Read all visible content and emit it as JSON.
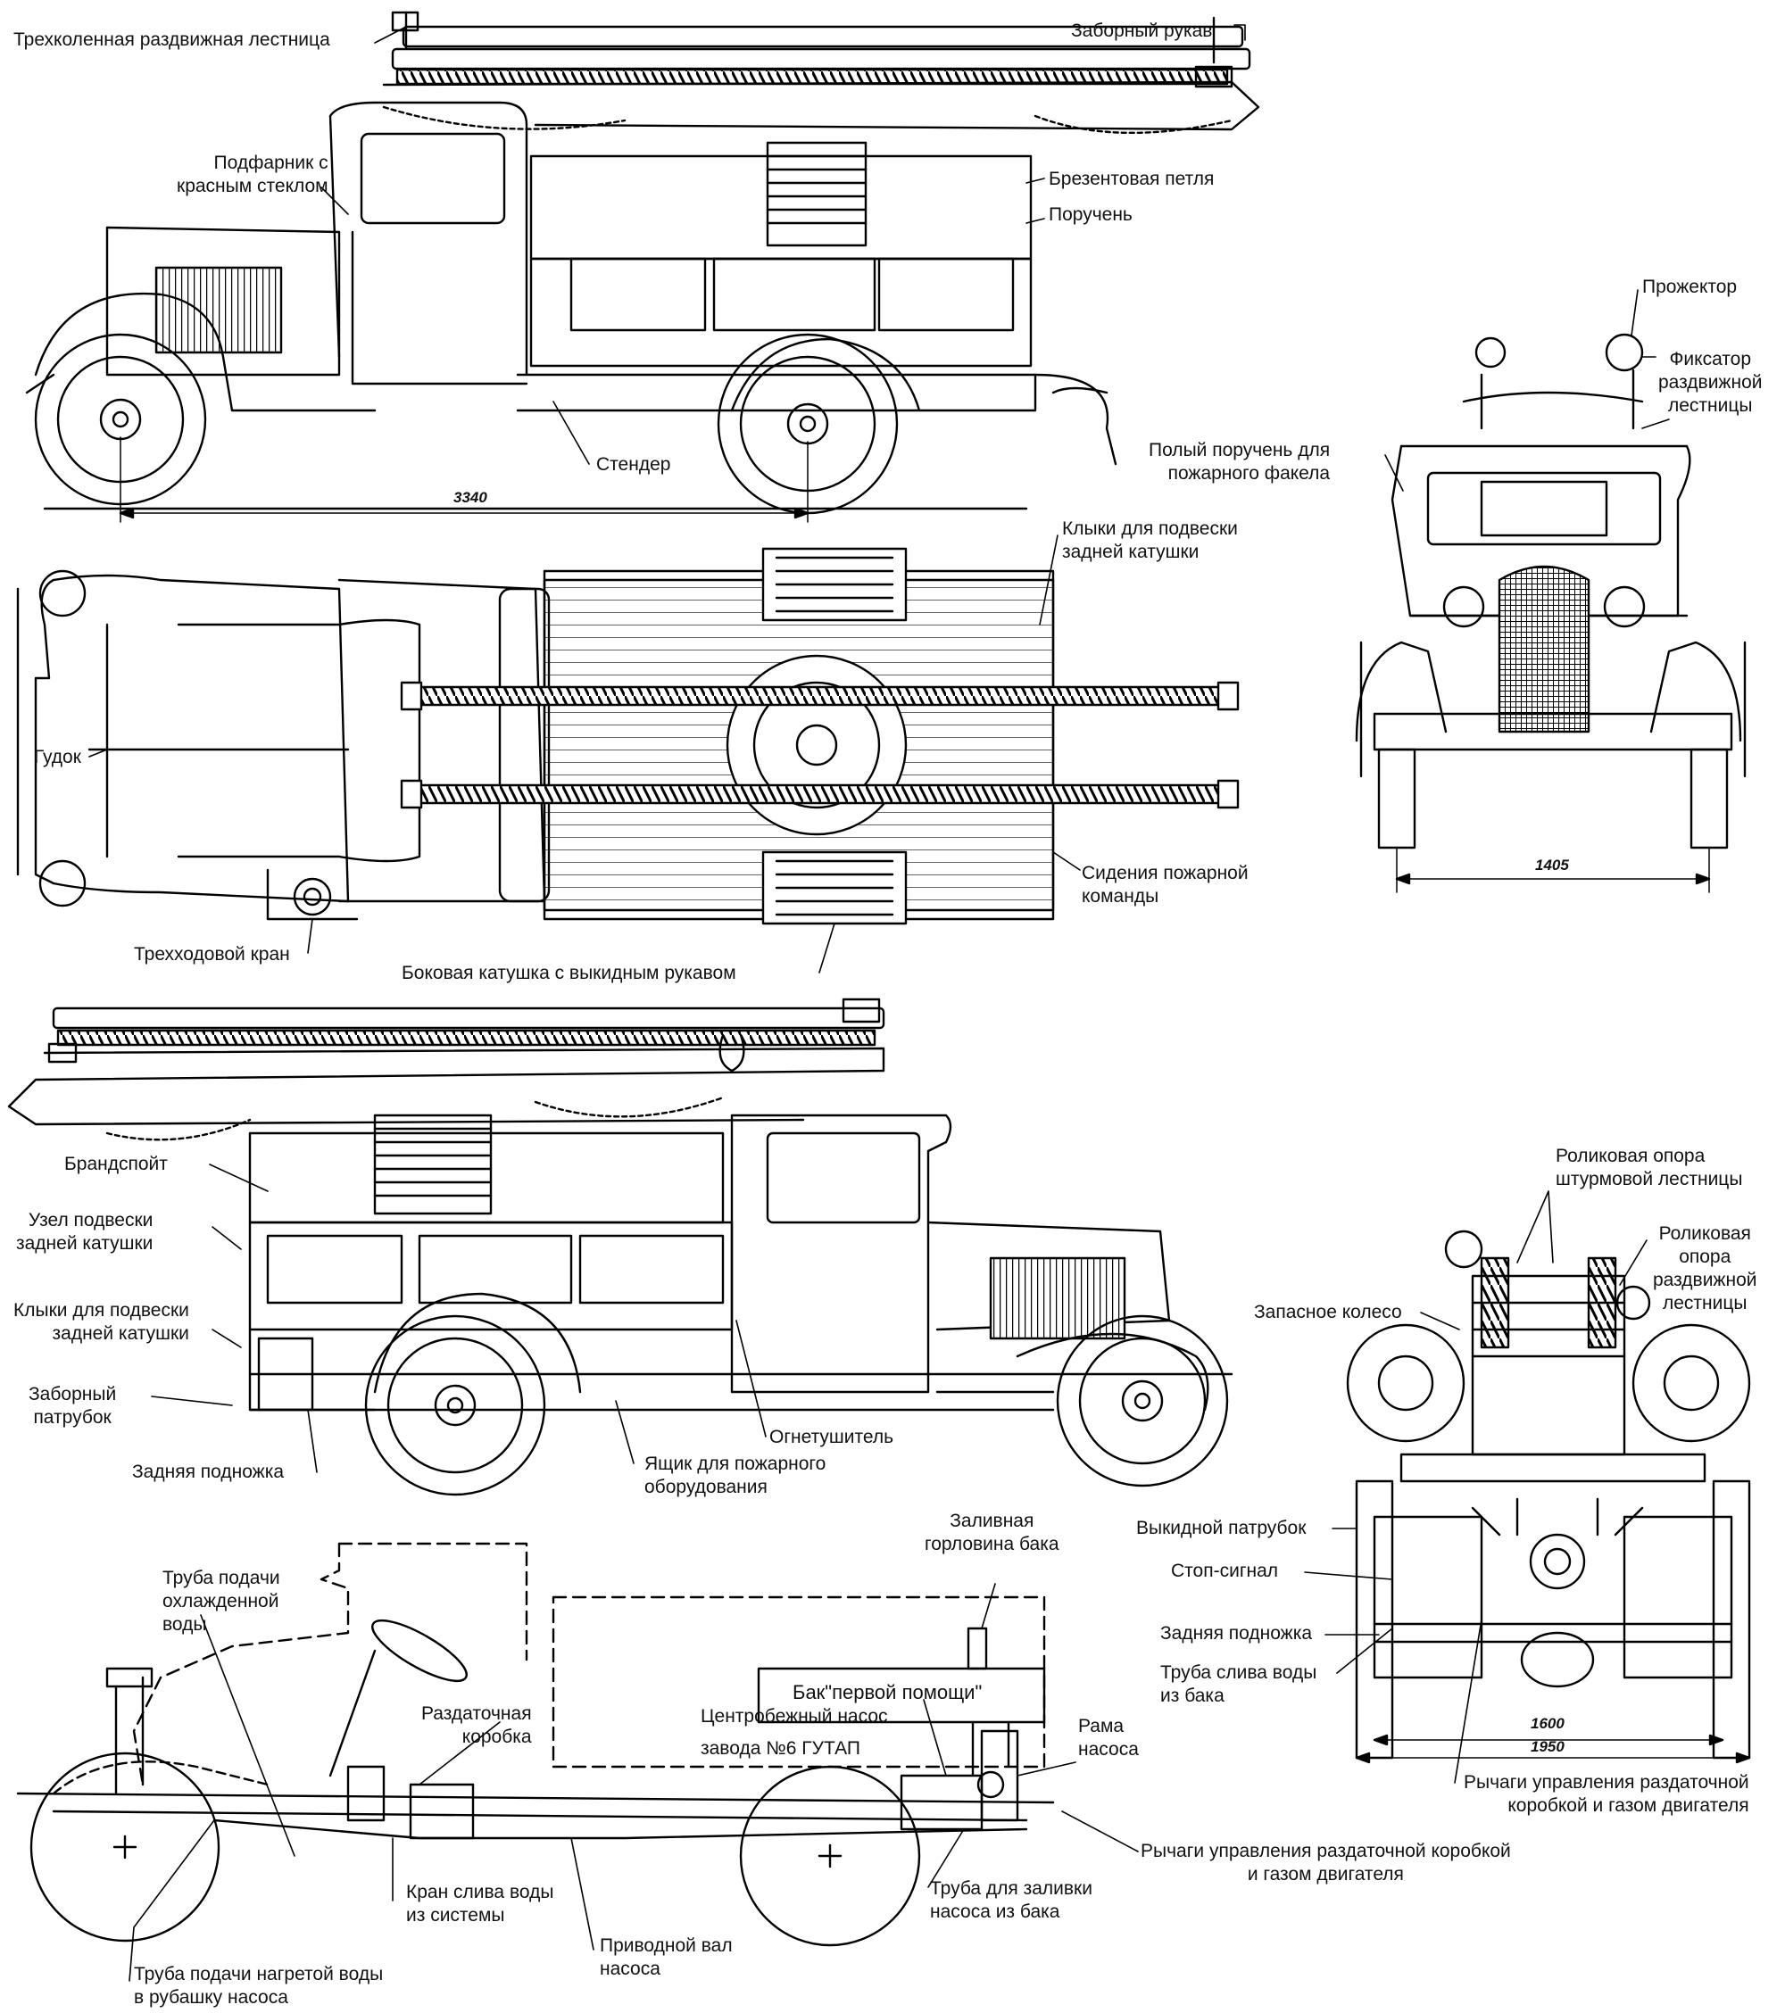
{
  "side_view_right": {
    "labels": {
      "ladder": "Трехколенная раздвижная лестница",
      "intake_hose": "Заборный рукав",
      "side_lamp": [
        "Подфарник с",
        "красным стеклом"
      ],
      "canvas_loop": "Брезентовая петля",
      "handrail": "Поручень",
      "stand": "Стендер"
    },
    "wheelbase": "3340"
  },
  "top_view": {
    "labels": {
      "horn": "Гудок",
      "three_way_valve": "Трехходовой кран",
      "side_reel": "Боковая катушка с выкидным рукавом",
      "rear_reel_hooks": [
        "Клыки для подвески",
        "задней катушки"
      ],
      "crew_seats": [
        "Сидения пожарной",
        "команды"
      ]
    }
  },
  "front_view": {
    "labels": {
      "searchlight": "Прожектор",
      "ladder_lock": [
        "Фиксатор",
        "раздвижной",
        "лестницы"
      ],
      "torch_handrail": [
        "Полый поручень для",
        "пожарного факела"
      ]
    },
    "track": "1405"
  },
  "side_view_left": {
    "labels": {
      "nozzle": "Брандспойт",
      "rear_reel_mount": [
        "Узел подвески",
        "задней катушки"
      ],
      "rear_reel_hooks": [
        "Клыки для подвески",
        "задней катушки"
      ],
      "intake_pipe": [
        "Заборный",
        "патрубок"
      ],
      "rear_step": "Задняя подножка",
      "extinguisher": "Огнетушитель",
      "equipment_box": [
        "Ящик для пожарного",
        "оборудования"
      ]
    }
  },
  "rear_view": {
    "labels": {
      "assault_ladder_roller": [
        "Роликовая опора",
        "штурмовой лестницы"
      ],
      "extension_ladder_roller": [
        "Роликовая",
        "опора",
        "раздвижной",
        "лестницы"
      ],
      "spare_wheel": "Запасное колесо",
      "discharge_pipe": "Выкидной патрубок",
      "stop_signal": "Стоп-сигнал",
      "rear_step": "Задняя подножка",
      "tank_drain": [
        "Труба слива воды",
        "из бака"
      ],
      "pto_levers": [
        "Рычаги управления раздаточной",
        "коробкой и газом двигателя"
      ]
    },
    "dim_inner": "1600",
    "dim_outer": "1950"
  },
  "chassis_view": {
    "tank_label": "Бак\"первой помощи\"",
    "labels": {
      "cold_water_pipe": [
        "Труба подачи",
        "охлажденной",
        "воды"
      ],
      "filler_neck": [
        "Заливная",
        "горловина бака"
      ],
      "centrifugal_pump": [
        "Центробежный насос",
        "завода №6 ГУТАП"
      ],
      "transfer_box": [
        "Раздаточная",
        "коробка"
      ],
      "pump_frame": [
        "Рама",
        "насоса"
      ],
      "pto_levers": [
        "Рычаги управления раздаточной  коробкой",
        "и газом двигателя"
      ],
      "system_drain": [
        "Кран слива воды",
        "из системы"
      ],
      "pump_fill_pipe": [
        "Труба для заливки",
        "насоса из бака"
      ],
      "drive_shaft": [
        "Приводной вал",
        "насоса"
      ],
      "hot_water_pipe": [
        "Труба подачи нагретой воды",
        "в рубашку насоса"
      ]
    }
  }
}
